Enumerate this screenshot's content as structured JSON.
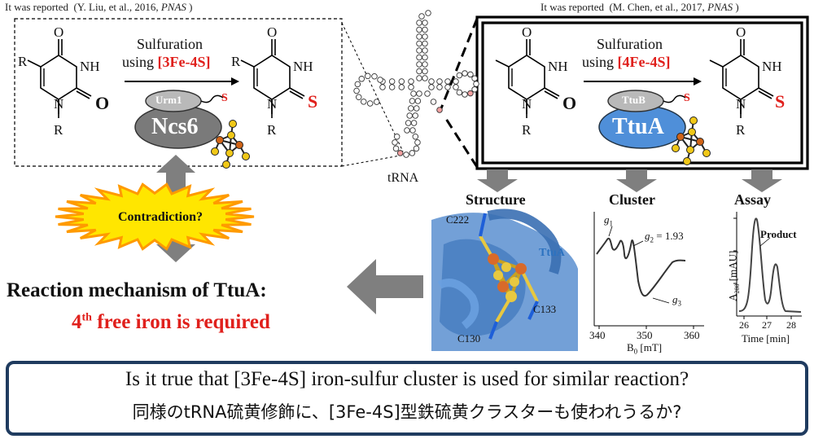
{
  "left_panel": {
    "ref_prefix": "It was reported",
    "ref_authors": "(Y. Liu, et al., 2016,",
    "ref_journal": "PNAS",
    "ref_suffix": ")",
    "process_line1": "Sulfuration",
    "process_line2": "using",
    "cluster_label": "[3Fe-4S]",
    "small_protein": "Urm1",
    "large_protein": "Ncs6"
  },
  "right_panel": {
    "ref_prefix": "It was reported",
    "ref_authors": "(M. Chen, et al., 2017,",
    "ref_journal": "PNAS",
    "ref_suffix": ")",
    "process_line1": "Sulfuration",
    "process_line2": "using",
    "cluster_label": "[4Fe-4S]",
    "small_protein": "TtuB",
    "large_protein": "TtuA"
  },
  "molecule_labels": {
    "O": "O",
    "NH": "NH",
    "N": "N",
    "R": "R",
    "S": "S"
  },
  "trna_label": "tRNA",
  "contradiction": "Contradiction?",
  "mechanism": {
    "line1": "Reaction mechanism of TtuA:",
    "line2_num": "4",
    "line2_sup": "th",
    "line2_rest": "free iron is required"
  },
  "structure_panel": {
    "title": "Structure",
    "labels": [
      "C222",
      "TtuA",
      "C133",
      "C130"
    ]
  },
  "cluster_panel": {
    "title": "Cluster",
    "g1": "g",
    "g1_sub": "1",
    "g2": "g",
    "g2_sub": "2",
    "g2_value": "= 1.93",
    "g3": "g",
    "g3_sub": "3",
    "xlabel_main": "B",
    "xlabel_sub": "0",
    "xlabel_unit": "[mT]",
    "xticks": [
      "340",
      "350",
      "360"
    ]
  },
  "assay_panel": {
    "title": "Assay",
    "product_label": "Product",
    "ylabel_main": "A",
    "ylabel_sub": "280",
    "ylabel_unit": "[mAU]",
    "xlabel": "Time [min]",
    "xticks": [
      "26",
      "27",
      "28"
    ]
  },
  "bottom_box": {
    "line1": "Is it true that [3Fe-4S] iron-sulfur cluster is used for similar reaction?",
    "line2": "同様のtRNA硫黄修飾に、[3Fe-4S]型鉄硫黄クラスターも使われうるか?"
  },
  "colors": {
    "red": "#e0201c",
    "navy": "#1f3b5f",
    "ttua_blue": "#4f8fd9",
    "gray_protein": "#7a7a7a",
    "arrow_gray": "#7f7f7f",
    "burst_yellow": "#ffe600",
    "burst_orange": "#ff9a00",
    "ttua_label_blue": "#2c72c0"
  }
}
